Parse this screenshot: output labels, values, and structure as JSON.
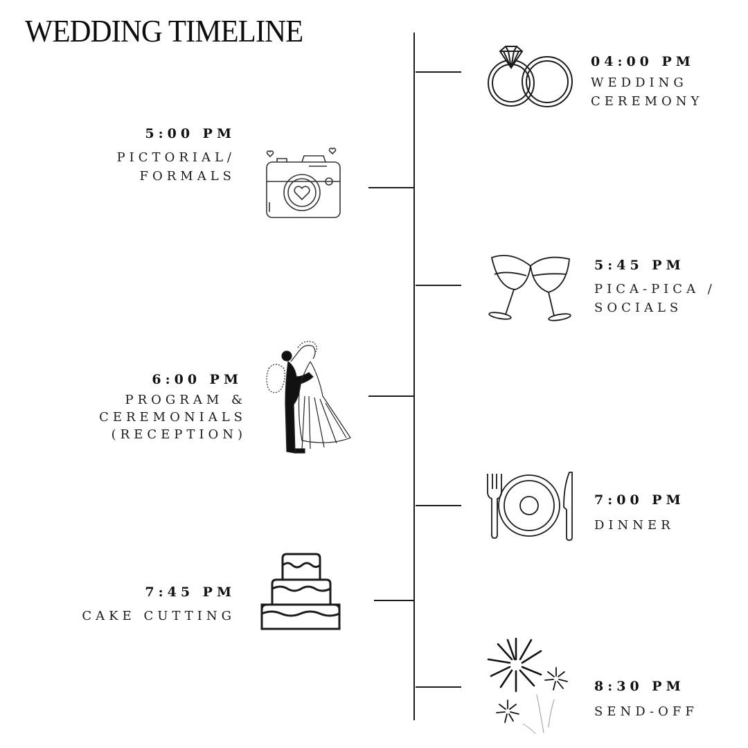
{
  "title": "WEDDING TIMELINE",
  "events": [
    {
      "time": "04:00 PM",
      "label_lines": [
        "WEDDING",
        "CEREMONY"
      ],
      "icon": "wedding-rings-icon",
      "side": "right"
    },
    {
      "time": "5:00 PM",
      "label_lines": [
        "PICTORIAL/",
        "FORMALS"
      ],
      "icon": "camera-heart-icon",
      "side": "left"
    },
    {
      "time": "5:45 PM",
      "label_lines": [
        "PICA-PICA /",
        "SOCIALS"
      ],
      "icon": "wine-glasses-toast-icon",
      "side": "right"
    },
    {
      "time": "6:00 PM",
      "label_lines": [
        "PROGRAM &",
        "CEREMONIALS",
        "(RECEPTION)"
      ],
      "icon": "bride-groom-icon",
      "side": "left"
    },
    {
      "time": "7:00 PM",
      "label_lines": [
        "DINNER"
      ],
      "icon": "plate-fork-knife-icon",
      "side": "right"
    },
    {
      "time": "7:45 PM",
      "label_lines": [
        "CAKE CUTTING"
      ],
      "icon": "tiered-cake-icon",
      "side": "left"
    },
    {
      "time": "8:30 PM",
      "label_lines": [
        "SEND-OFF"
      ],
      "icon": "fireworks-icon",
      "side": "right"
    }
  ]
}
